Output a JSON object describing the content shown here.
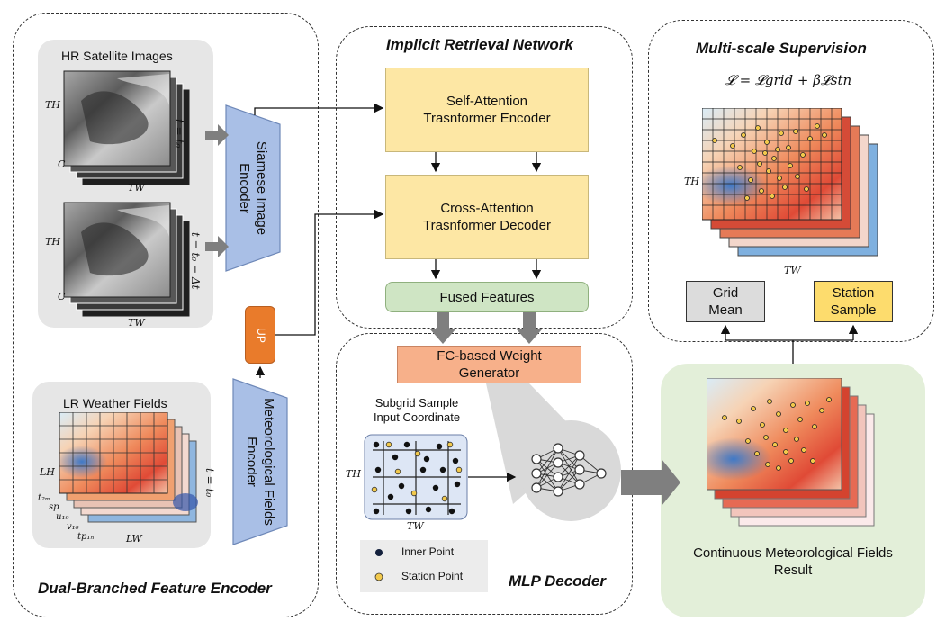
{
  "panels": {
    "encoder_title": "Dual-Branched Feature Encoder",
    "irn_title": "Implicit Retrieval Network",
    "mlp_title": "MLP Decoder",
    "ms_title": "Multi-scale Supervision"
  },
  "hr": {
    "title": "HR Satellite Images",
    "th": "TH",
    "c": "C",
    "tw": "TW",
    "t1": "t = t₀",
    "t2": "t = t₀ − Δt"
  },
  "lr": {
    "title": "LR Weather Fields",
    "lh": "LH",
    "lw": "LW",
    "vars": [
      "t₂ₘ",
      "sp",
      "u₁₀",
      "v₁₀",
      "tp₁ₕ"
    ],
    "t": "t = t₀"
  },
  "encoders": {
    "siamese": "Siamese Image Encoder",
    "met": "Meteorological Fields Encoder",
    "up": "UP"
  },
  "irn": {
    "self_attn": "Self-Attention Trasnformer Encoder",
    "cross_attn": "Cross-Attention Trasnformer Decoder",
    "fused": "Fused Features"
  },
  "mlp": {
    "fc": "FC-based Weight Generator",
    "subgrid": "Subgrid Sample Input Coordinate",
    "th": "TH",
    "tw": "TW",
    "inner": "Inner Point",
    "station": "Station Point"
  },
  "ms": {
    "loss": "𝓛 = 𝓛grid + β𝓛stn",
    "th": "TH",
    "tw": "TW",
    "grid_mean": "Grid Mean",
    "station_sample": "Station Sample"
  },
  "result": {
    "label": "Continuous Meteorological Fields Result"
  },
  "colors": {
    "yellow": "#fde7a4",
    "green": "#cfe5c4",
    "salmon": "#f7b08a",
    "orange": "#e97b2b",
    "encoder_blue": "#a9bfe6",
    "grey_box": "#dcdcdc"
  }
}
